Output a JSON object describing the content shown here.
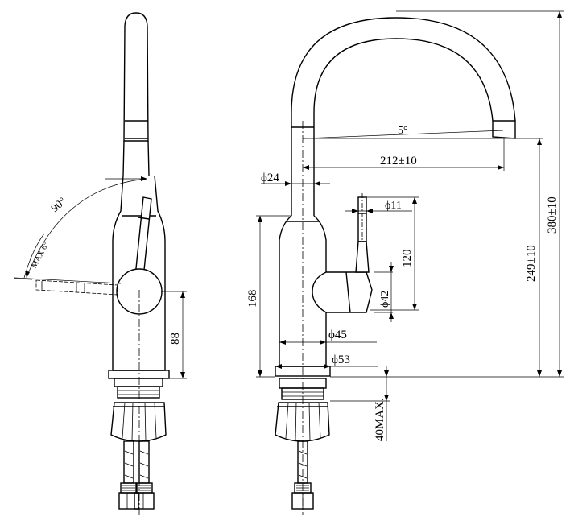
{
  "colors": {
    "line": "#000000",
    "background": "#ffffff"
  },
  "side_view": {
    "angle_lever": "90°",
    "angle_max": "MAX 6°",
    "height_88": "88"
  },
  "front_view": {
    "spout_angle": "5°",
    "reach": "212±10",
    "dia_spout": "ϕ24",
    "dia_handle": "ϕ11",
    "handle_height": "120",
    "dia_hub": "ϕ42",
    "body_height": "168",
    "dia_body": "ϕ45",
    "dia_base": "ϕ53",
    "spout_height": "249±10",
    "total_height": "380±10",
    "mount_max": "40MAX."
  }
}
